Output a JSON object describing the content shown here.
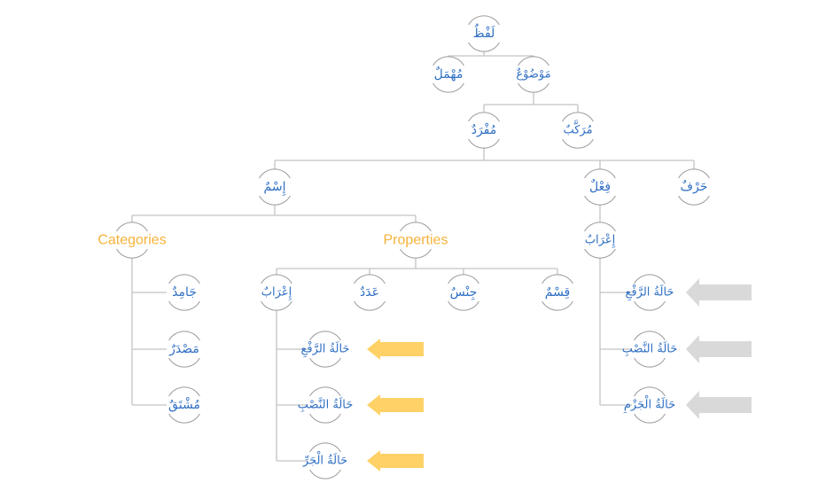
{
  "colors": {
    "arabic_text": "#2f6fc4",
    "english_text": "#f6b23a",
    "connector": "#c4c4c4",
    "arc": "#9a9a9a",
    "arrow_yellow": "#ffd166",
    "arrow_gray": "#d9d9d9"
  },
  "nodes": [
    {
      "id": "lafz",
      "label": "لَفْظٌ",
      "lang": "ar"
    },
    {
      "id": "muhmal",
      "label": "مُهْمَلٌ",
      "lang": "ar"
    },
    {
      "id": "mawdu",
      "label": "مَوْضُوْعٌ",
      "lang": "ar"
    },
    {
      "id": "mufrad",
      "label": "مُفْرَدٌ",
      "lang": "ar"
    },
    {
      "id": "murakkab",
      "label": "مُرَكَّبٌ",
      "lang": "ar"
    },
    {
      "id": "ism",
      "label": "إِسْمٌ",
      "lang": "ar"
    },
    {
      "id": "fil",
      "label": "فِعْلٌ",
      "lang": "ar"
    },
    {
      "id": "harf",
      "label": "حَرْفٌ",
      "lang": "ar"
    },
    {
      "id": "categories",
      "label": "Categories",
      "lang": "en"
    },
    {
      "id": "properties",
      "label": "Properties",
      "lang": "en"
    },
    {
      "id": "irab_fil",
      "label": "إِعْرَابٌ",
      "lang": "ar"
    },
    {
      "id": "jamid",
      "label": "جَامِدٌ",
      "lang": "ar"
    },
    {
      "id": "masdar",
      "label": "مَصْدَرٌ",
      "lang": "ar"
    },
    {
      "id": "mushtaq",
      "label": "مُشْتَقٌ",
      "lang": "ar"
    },
    {
      "id": "irab_ism",
      "label": "إِعْرَابٌ",
      "lang": "ar"
    },
    {
      "id": "adad",
      "label": "عَدَدٌ",
      "lang": "ar"
    },
    {
      "id": "jins",
      "label": "جِنْسٌ",
      "lang": "ar"
    },
    {
      "id": "qism",
      "label": "قِسْمٌ",
      "lang": "ar"
    },
    {
      "id": "ism_raf",
      "label": "حَالَةُ الرَّفْعِ",
      "lang": "ar"
    },
    {
      "id": "ism_nasb",
      "label": "حَالَةُ النَّصْبِ",
      "lang": "ar"
    },
    {
      "id": "ism_jarr",
      "label": "حَالَةُ الْجَرِّ",
      "lang": "ar"
    },
    {
      "id": "fil_raf",
      "label": "حَالَةُ الرَّفْعِ",
      "lang": "ar"
    },
    {
      "id": "fil_nasb",
      "label": "حَالَةُ النَّصْبِ",
      "lang": "ar"
    },
    {
      "id": "fil_jazm",
      "label": "حَالَةُ الْجَزْمِ",
      "lang": "ar"
    }
  ],
  "edges": [
    [
      "lafz",
      "muhmal"
    ],
    [
      "lafz",
      "mawdu"
    ],
    [
      "mawdu",
      "mufrad"
    ],
    [
      "mawdu",
      "murakkab"
    ],
    [
      "mufrad",
      "ism"
    ],
    [
      "mufrad",
      "fil"
    ],
    [
      "mufrad",
      "harf"
    ],
    [
      "ism",
      "categories"
    ],
    [
      "ism",
      "properties"
    ],
    [
      "fil",
      "irab_fil"
    ],
    [
      "categories",
      "jamid"
    ],
    [
      "categories",
      "masdar"
    ],
    [
      "categories",
      "mushtaq"
    ],
    [
      "properties",
      "irab_ism"
    ],
    [
      "properties",
      "adad"
    ],
    [
      "properties",
      "jins"
    ],
    [
      "properties",
      "qism"
    ],
    [
      "irab_ism",
      "ism_raf"
    ],
    [
      "irab_ism",
      "ism_nasb"
    ],
    [
      "irab_ism",
      "ism_jarr"
    ],
    [
      "irab_fil",
      "fil_raf"
    ],
    [
      "irab_fil",
      "fil_nasb"
    ],
    [
      "irab_fil",
      "fil_jazm"
    ]
  ],
  "arrows": [
    {
      "target": "ism_raf",
      "color": "yellow"
    },
    {
      "target": "ism_nasb",
      "color": "yellow"
    },
    {
      "target": "ism_jarr",
      "color": "yellow"
    },
    {
      "target": "fil_raf",
      "color": "gray"
    },
    {
      "target": "fil_nasb",
      "color": "gray"
    },
    {
      "target": "fil_jazm",
      "color": "gray"
    }
  ]
}
